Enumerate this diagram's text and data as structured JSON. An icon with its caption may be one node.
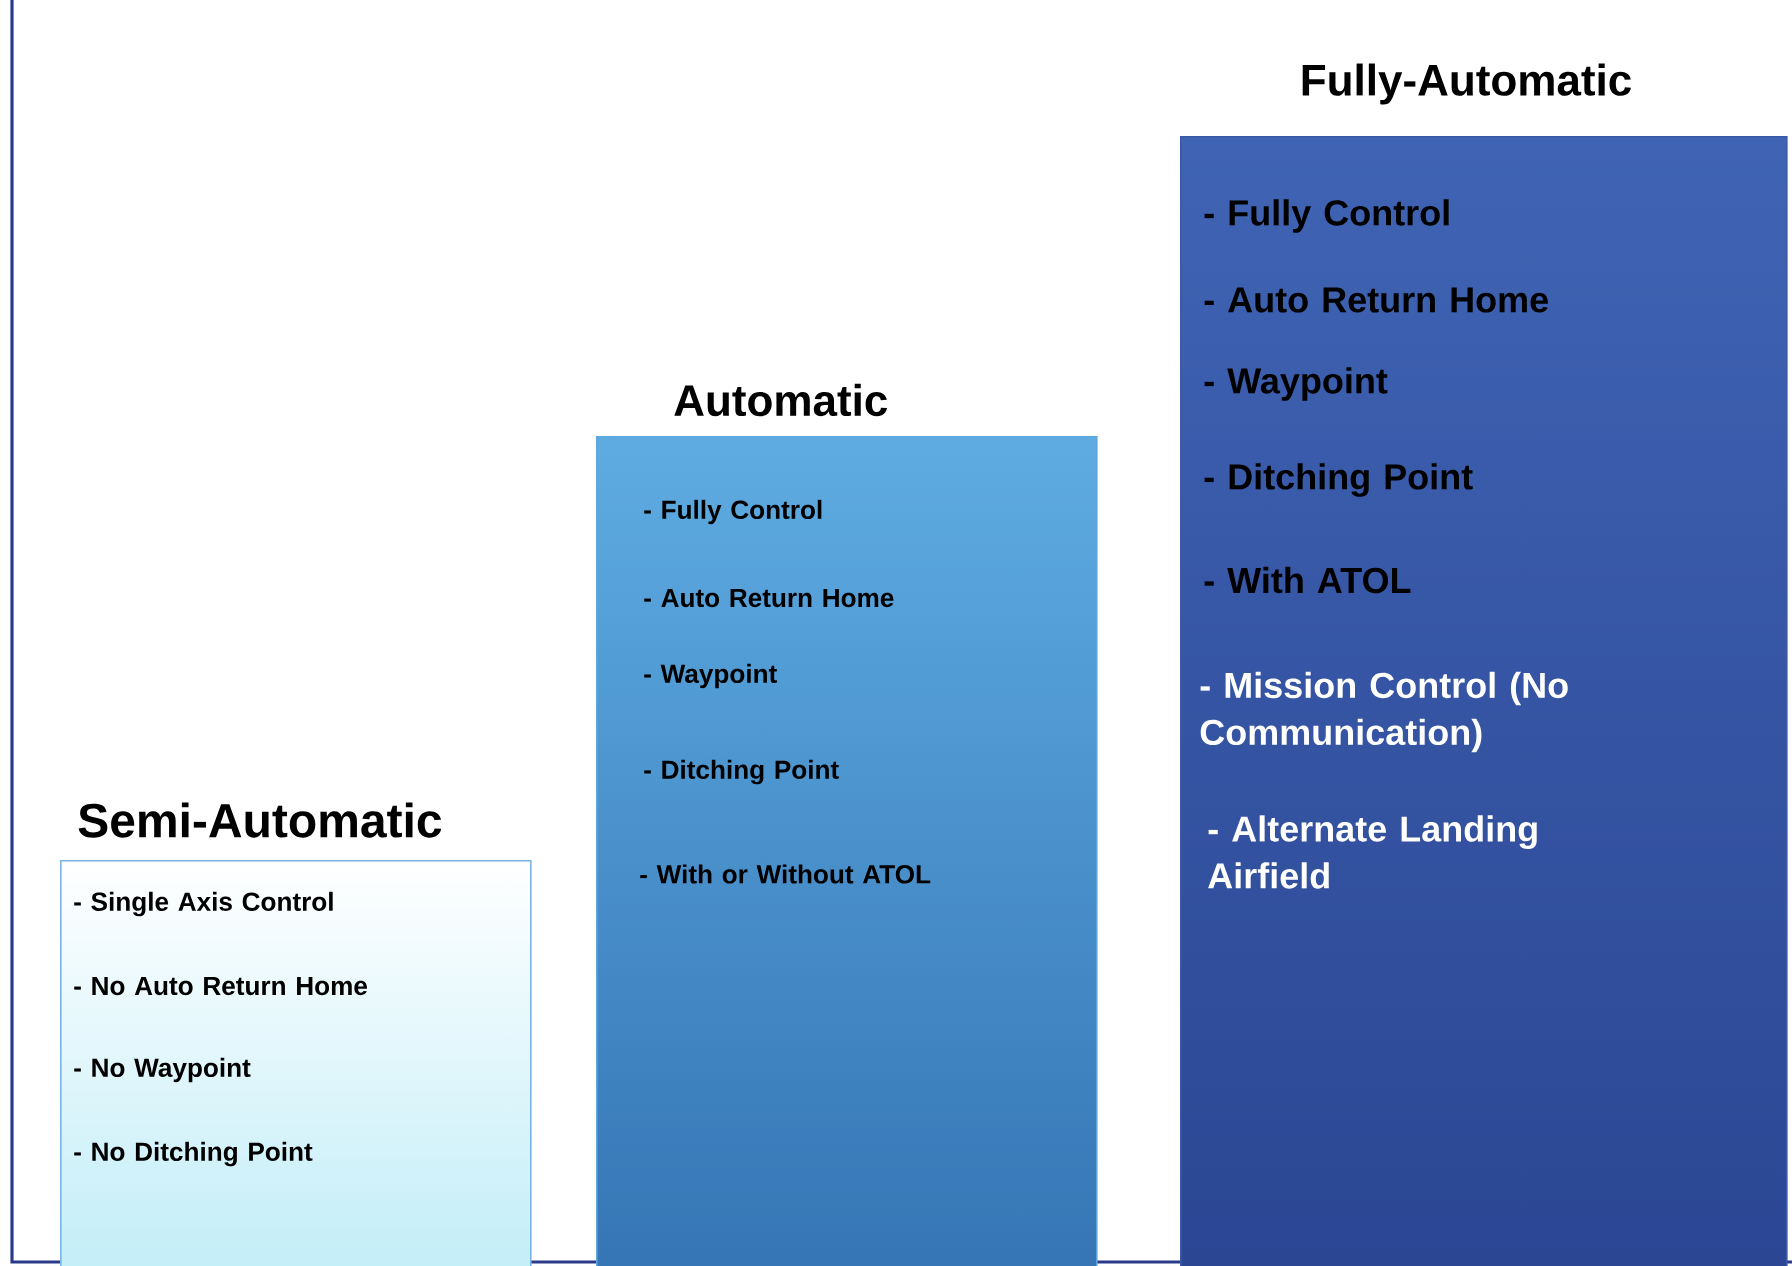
{
  "diagram": {
    "nodes": [
      {
        "text": [
          "Semi-Automatic",
          "- Single Axis Control",
          "- No Auto Return Home",
          "- No Waypoint",
          "- No Ditching Point"
        ]
      },
      {
        "text": [
          "Automatic",
          "- Fully Control",
          "- Auto Return Home",
          "- Waypoint",
          "- Ditching Point",
          "- With or Without ATOL"
        ]
      },
      {
        "text": [
          "Fully-Automatic",
          "- Fully Control",
          "- Auto Return Home",
          "- Waypoint",
          "- Ditching Point",
          "- With ATOL",
          "- Mission Control (No Communication)",
          "- Alternate Landing Airfield"
        ]
      }
    ]
  }
}
